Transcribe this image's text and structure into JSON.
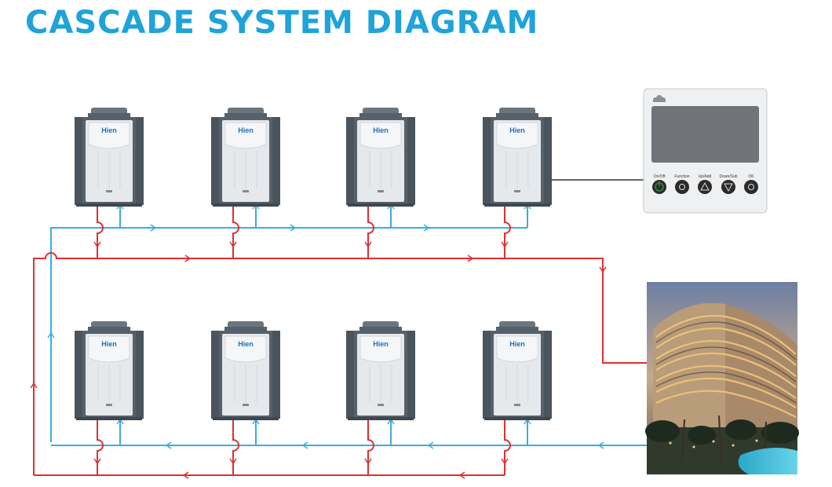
{
  "title": "CASCADE SYSTEM DIAGRAM",
  "units": {
    "brand": "Hien",
    "count": 8
  },
  "controller": {
    "buttons": [
      {
        "label": "On/Off",
        "icon": "power-icon",
        "color": "#2e8b3a"
      },
      {
        "label": "Function",
        "icon": "function-icon",
        "color": "#333333"
      },
      {
        "label": "Up/Add",
        "icon": "up-triangle-icon",
        "color": "#333333"
      },
      {
        "label": "Down/Sub",
        "icon": "down-triangle-icon",
        "color": "#333333"
      },
      {
        "label": "OK",
        "icon": "ok-icon",
        "color": "#333333"
      }
    ]
  },
  "colors": {
    "title": "#1fa3d9",
    "supply_pipe": "#e03030",
    "return_pipe": "#38aee0",
    "unit_body": "#5b6670",
    "unit_panel": "#e4e7ea"
  },
  "building_image": {
    "icon": "hotel-building-photo"
  }
}
